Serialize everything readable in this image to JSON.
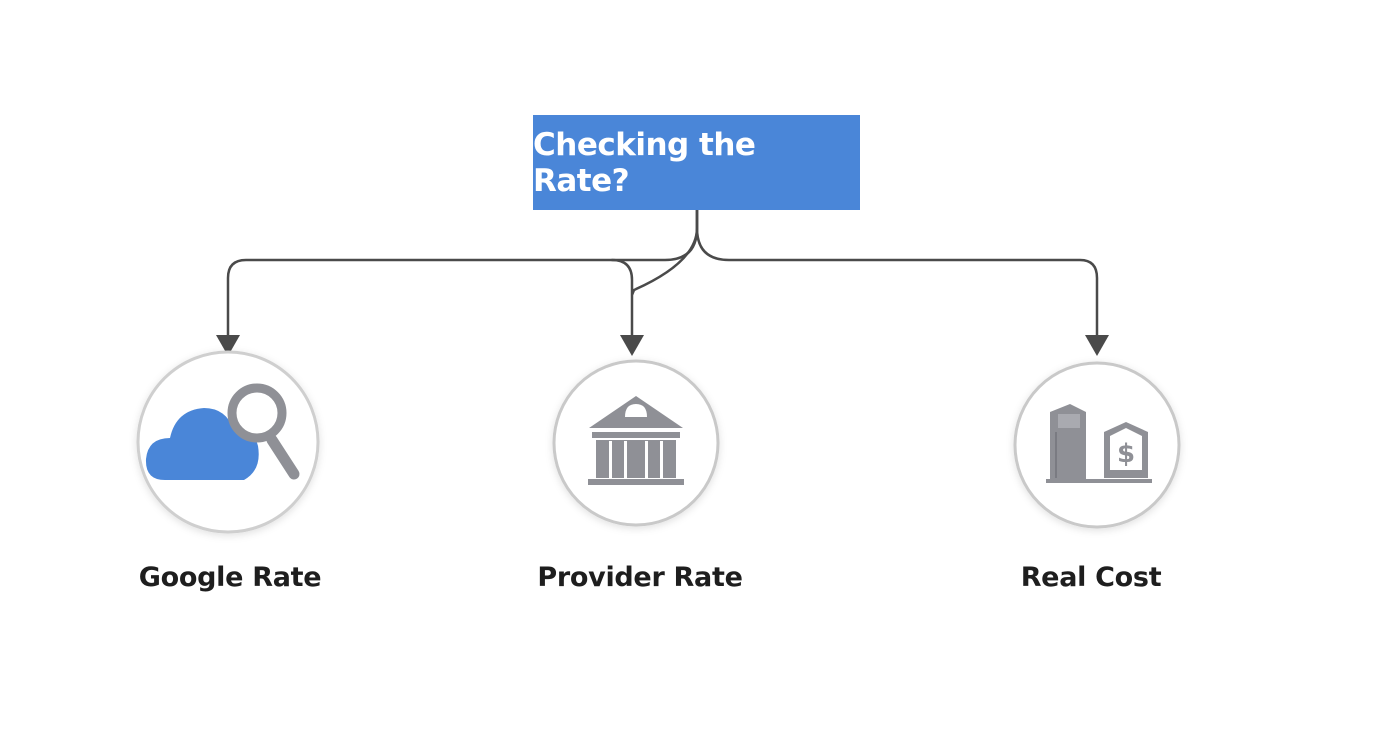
{
  "root": {
    "label": "Checking the Rate?"
  },
  "nodes": [
    {
      "id": "google-rate",
      "label": "Google Rate",
      "icon": "cloud-search-icon"
    },
    {
      "id": "provider-rate",
      "label": "Provider Rate",
      "icon": "bank-building-icon"
    },
    {
      "id": "real-cost",
      "label": "Real Cost",
      "icon": "building-dollar-icon"
    }
  ],
  "colors": {
    "root_fill": "#4a86d8",
    "connector": "#4a4a4a",
    "icon_gray": "#8f9096",
    "icon_blue": "#4a86d8",
    "circle_stroke": "#c9c9c9"
  }
}
